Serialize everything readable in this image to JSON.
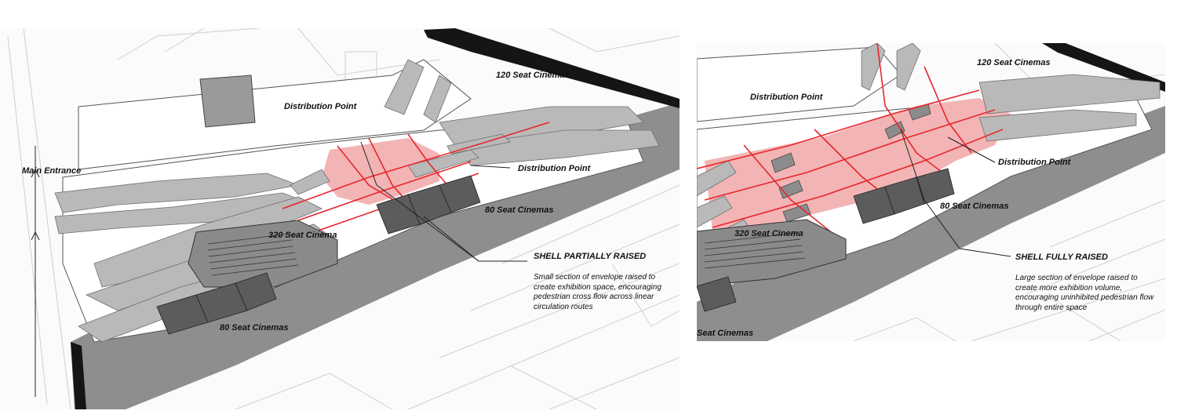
{
  "left": {
    "labels": {
      "main_entrance": "Main Entrance",
      "distribution_top": "Distribution Point",
      "distribution_right": "Distribution Point",
      "cinemas_120": "120 Seat Cinemas",
      "cinemas_80_mid": "80 Seat Cinemas",
      "cinema_320": "320 Seat Cinema",
      "cinemas_80_bottom": "80 Seat Cinemas"
    },
    "heading": "SHELL PARTIALLY RAISED",
    "description": "Small section of envelope raised to create exhibition space, encouraging pedestrian cross flow across linear circulation routes"
  },
  "right": {
    "labels": {
      "distribution_top": "Distribution Point",
      "distribution_right": "Distribution Point",
      "cinemas_120": "120 Seat Cinemas",
      "cinemas_80_mid": "80 Seat Cinemas",
      "cinema_320": "320 Seat Cinema",
      "cinemas_80_bottom": "Seat Cinemas"
    },
    "heading": "SHELL FULLY RAISED",
    "description": "Large section of envelope raised to create  more exhibition volume, encouraging uninhibited pedestrian flow through entire space"
  },
  "colors": {
    "circulation_red": "#e8262b",
    "exhibition_pink": "#f2b4b4",
    "ground_grey": "#8e8e8e",
    "road_black": "#151515",
    "shell_grey": "#b9b9b9"
  }
}
